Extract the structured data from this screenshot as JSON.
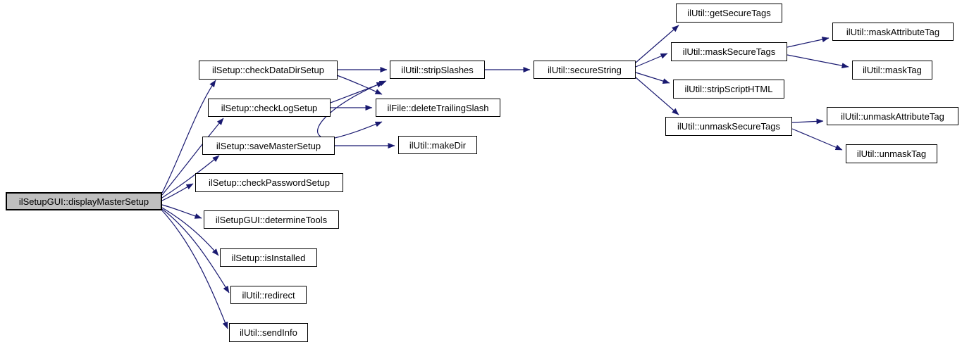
{
  "diagram": {
    "kind": "call-graph",
    "root_function": "ilSetupGUI::displayMasterSetup"
  },
  "colors": {
    "edge": "#191970",
    "node_background": "#ffffff",
    "node_border": "#000000",
    "root_background": "#bfbfbf",
    "text": "#000000",
    "page_background": "#ffffff"
  },
  "nodes": [
    {
      "id": "displayMasterSetup",
      "label": "ilSetupGUI::displayMasterSetup"
    },
    {
      "id": "checkDataDirSetup",
      "label": "ilSetup::checkDataDirSetup"
    },
    {
      "id": "checkLogSetup",
      "label": "ilSetup::checkLogSetup"
    },
    {
      "id": "saveMasterSetup",
      "label": "ilSetup::saveMasterSetup"
    },
    {
      "id": "checkPasswordSetup",
      "label": "ilSetup::checkPasswordSetup"
    },
    {
      "id": "determineTools",
      "label": "ilSetupGUI::determineTools"
    },
    {
      "id": "isInstalled",
      "label": "ilSetup::isInstalled"
    },
    {
      "id": "redirect",
      "label": "ilUtil::redirect"
    },
    {
      "id": "sendInfo",
      "label": "ilUtil::sendInfo"
    },
    {
      "id": "stripSlashes",
      "label": "ilUtil::stripSlashes"
    },
    {
      "id": "deleteTrailingSlash",
      "label": "ilFile::deleteTrailingSlash"
    },
    {
      "id": "makeDir",
      "label": "ilUtil::makeDir"
    },
    {
      "id": "secureString",
      "label": "ilUtil::secureString"
    },
    {
      "id": "getSecureTags",
      "label": "ilUtil::getSecureTags"
    },
    {
      "id": "maskSecureTags",
      "label": "ilUtil::maskSecureTags"
    },
    {
      "id": "stripScriptHTML",
      "label": "ilUtil::stripScriptHTML"
    },
    {
      "id": "unmaskSecureTags",
      "label": "ilUtil::unmaskSecureTags"
    },
    {
      "id": "maskAttributeTag",
      "label": "ilUtil::maskAttributeTag"
    },
    {
      "id": "maskTag",
      "label": "ilUtil::maskTag"
    },
    {
      "id": "unmaskAttributeTag",
      "label": "ilUtil::unmaskAttributeTag"
    },
    {
      "id": "unmaskTag",
      "label": "ilUtil::unmaskTag"
    }
  ],
  "edges": [
    {
      "from": "displayMasterSetup",
      "to": "checkDataDirSetup"
    },
    {
      "from": "displayMasterSetup",
      "to": "checkLogSetup"
    },
    {
      "from": "displayMasterSetup",
      "to": "saveMasterSetup"
    },
    {
      "from": "displayMasterSetup",
      "to": "checkPasswordSetup"
    },
    {
      "from": "displayMasterSetup",
      "to": "determineTools"
    },
    {
      "from": "displayMasterSetup",
      "to": "isInstalled"
    },
    {
      "from": "displayMasterSetup",
      "to": "redirect"
    },
    {
      "from": "displayMasterSetup",
      "to": "sendInfo"
    },
    {
      "from": "checkDataDirSetup",
      "to": "stripSlashes"
    },
    {
      "from": "checkDataDirSetup",
      "to": "deleteTrailingSlash"
    },
    {
      "from": "checkLogSetup",
      "to": "stripSlashes"
    },
    {
      "from": "checkLogSetup",
      "to": "deleteTrailingSlash"
    },
    {
      "from": "saveMasterSetup",
      "to": "stripSlashes"
    },
    {
      "from": "saveMasterSetup",
      "to": "deleteTrailingSlash"
    },
    {
      "from": "saveMasterSetup",
      "to": "makeDir"
    },
    {
      "from": "stripSlashes",
      "to": "secureString"
    },
    {
      "from": "secureString",
      "to": "getSecureTags"
    },
    {
      "from": "secureString",
      "to": "maskSecureTags"
    },
    {
      "from": "secureString",
      "to": "stripScriptHTML"
    },
    {
      "from": "secureString",
      "to": "unmaskSecureTags"
    },
    {
      "from": "maskSecureTags",
      "to": "maskAttributeTag"
    },
    {
      "from": "maskSecureTags",
      "to": "maskTag"
    },
    {
      "from": "unmaskSecureTags",
      "to": "unmaskAttributeTag"
    },
    {
      "from": "unmaskSecureTags",
      "to": "unmaskTag"
    }
  ]
}
